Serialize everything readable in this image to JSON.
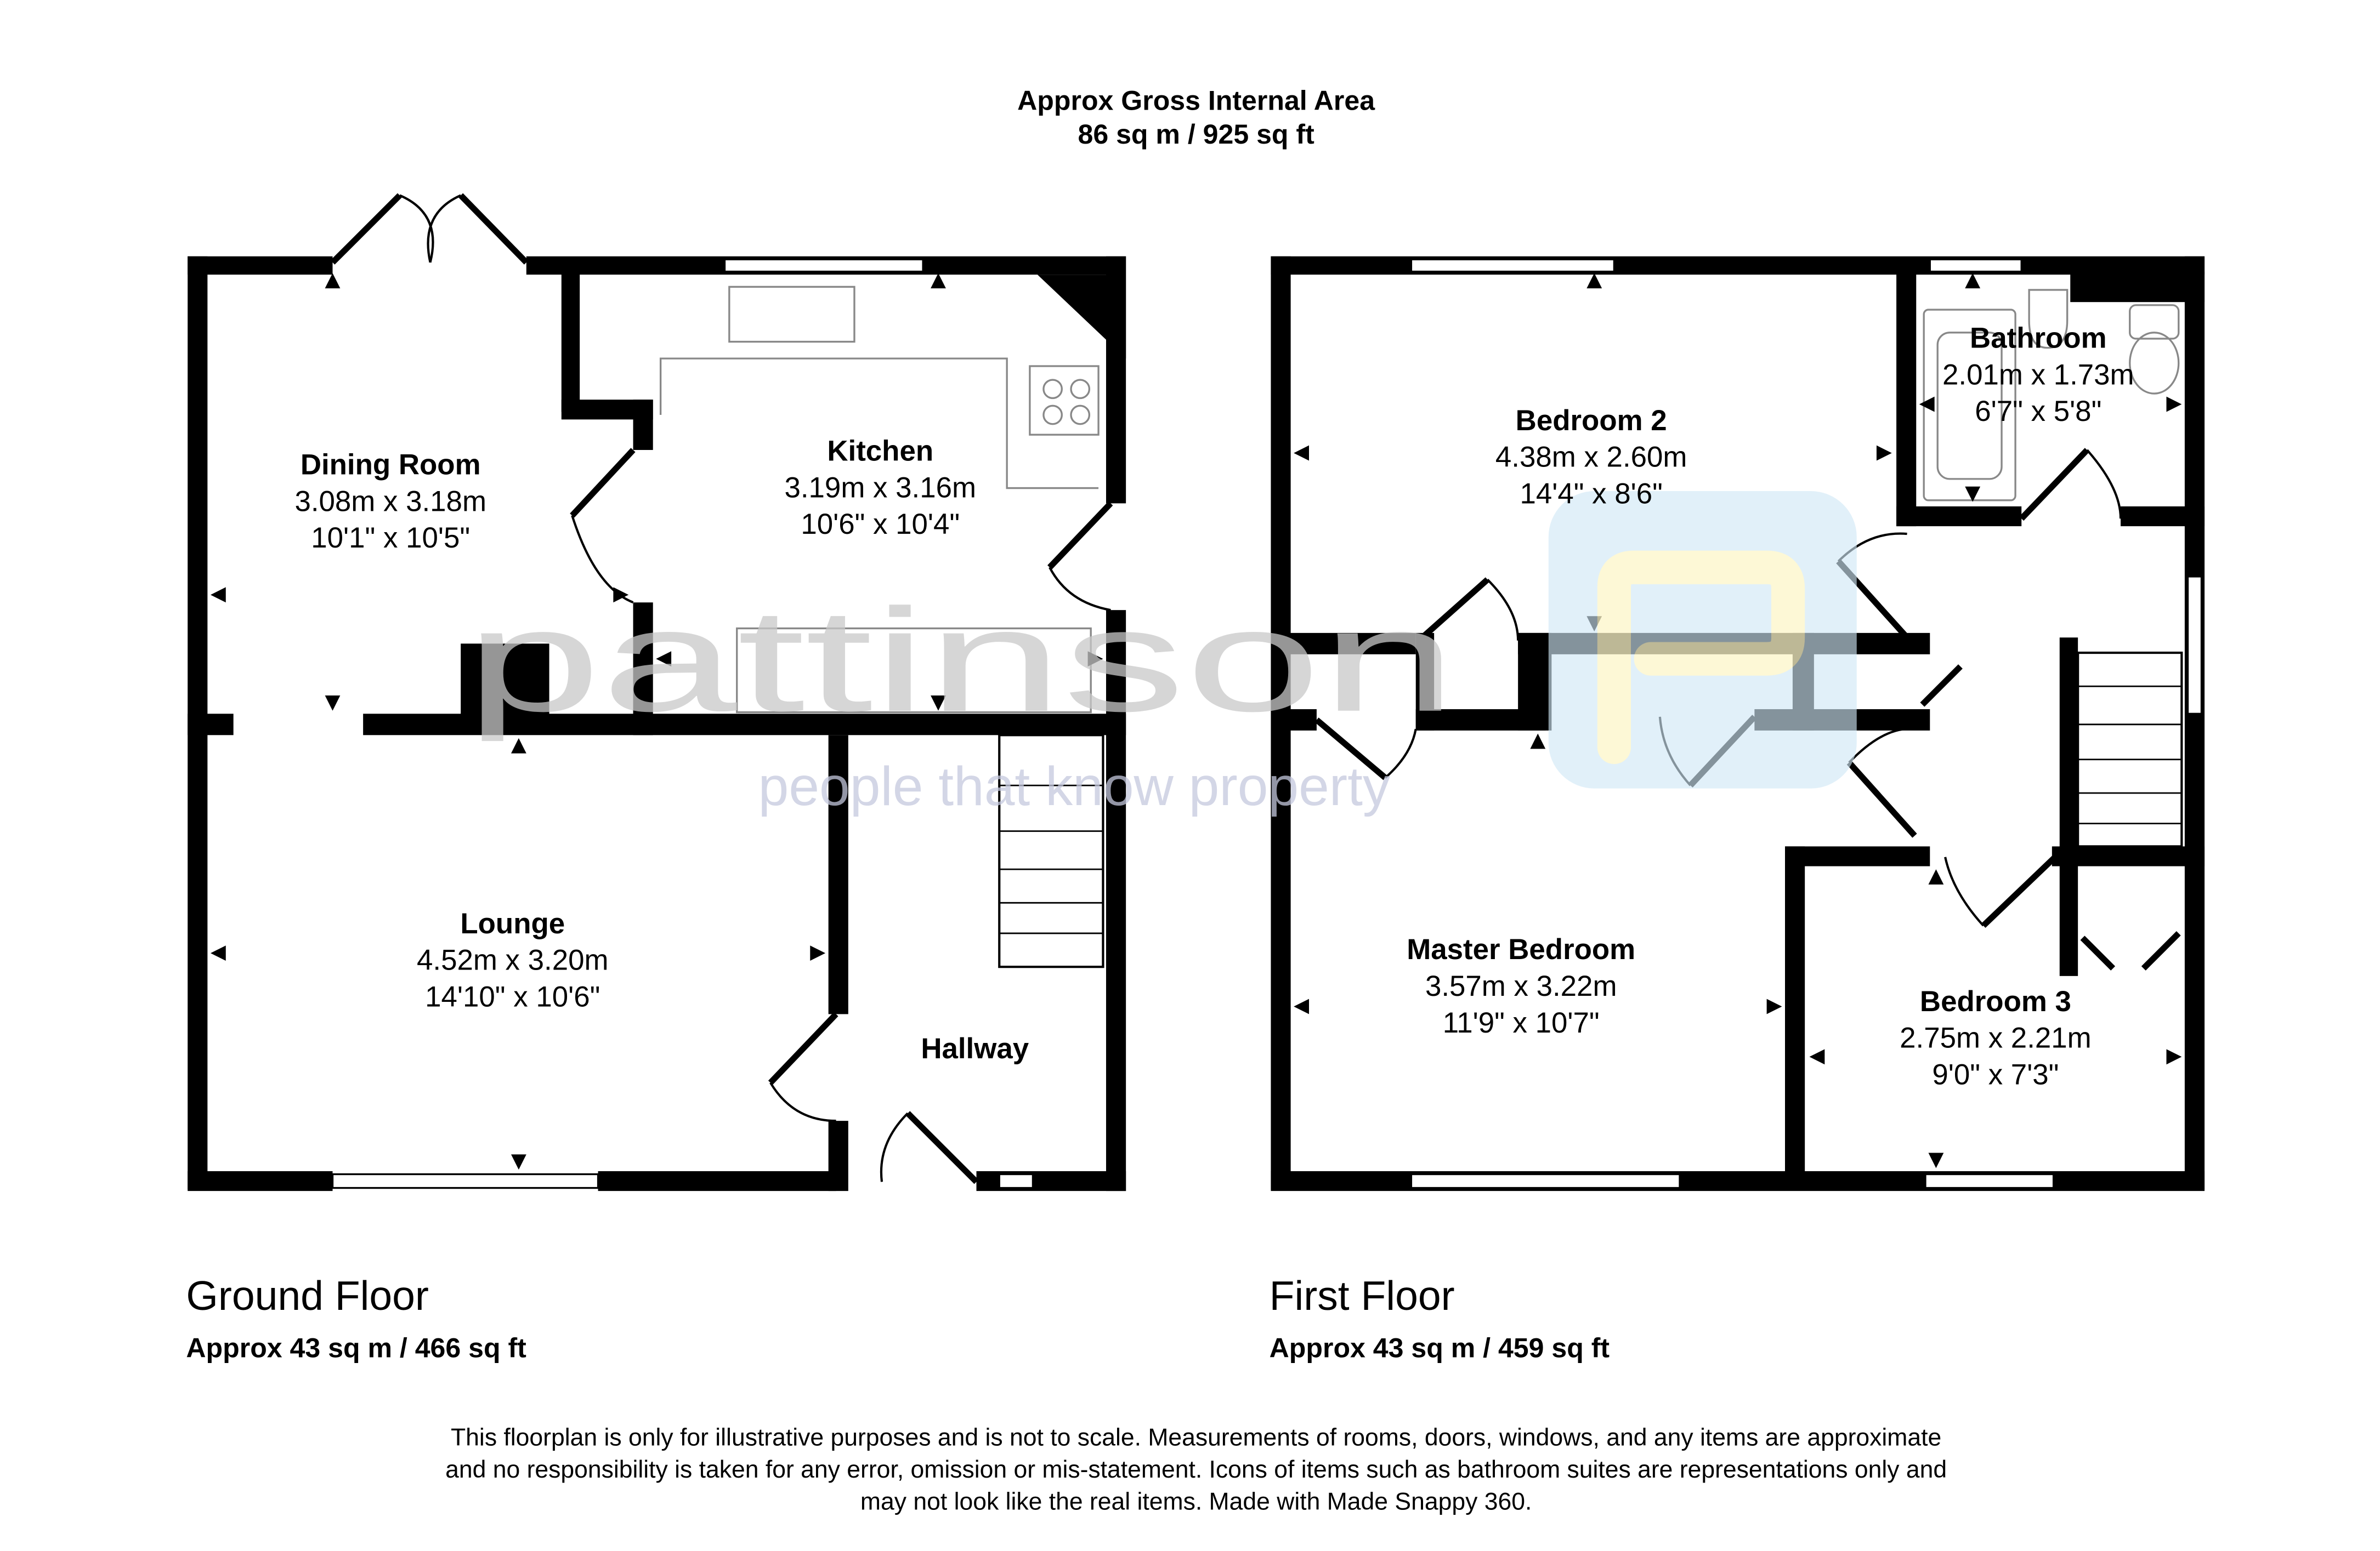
{
  "header": {
    "title": "Approx Gross Internal Area",
    "total_area": "86 sq m / 925 sq ft"
  },
  "ground_floor": {
    "label": "Ground Floor",
    "area": "Approx 43 sq m / 466 sq ft",
    "rooms": [
      {
        "name": "Dining Room",
        "metric": "3.08m x 3.18m",
        "imperial": "10'1\" x 10'5\""
      },
      {
        "name": "Kitchen",
        "metric": "3.19m x 3.16m",
        "imperial": "10'6\" x 10'4\""
      },
      {
        "name": "Lounge",
        "metric": "4.52m x 3.20m",
        "imperial": "14'10\" x 10'6\""
      },
      {
        "name": "Hallway"
      }
    ]
  },
  "first_floor": {
    "label": "First Floor",
    "area": "Approx 43 sq m / 459 sq ft",
    "rooms": [
      {
        "name": "Bedroom 2",
        "metric": "4.38m x 2.60m",
        "imperial": "14'4\" x 8'6\""
      },
      {
        "name": "Bathroom",
        "metric": "2.01m x 1.73m",
        "imperial": "6'7\" x 5'8\""
      },
      {
        "name": "Master Bedroom",
        "metric": "3.57m x 3.22m",
        "imperial": "11'9\" x 10'7\""
      },
      {
        "name": "Bedroom 3",
        "metric": "2.75m x 2.21m",
        "imperial": "9'0\" x 7'3\""
      }
    ]
  },
  "watermark": {
    "brand": "pattinson",
    "tagline": "people that know property"
  },
  "disclaimer": [
    "This floorplan is only for illustrative purposes and is not to scale. Measurements of rooms, doors, windows, and any items are approximate",
    "and no responsibility is taken for any error, omission or mis-statement. Icons of items such as bathroom suites are representations only and",
    "may not look like the real items. Made with Made Snappy 360."
  ],
  "colors": {
    "wall": "#000000",
    "logo_blue": "#cfe6f5",
    "logo_yellow": "#fdf6c8",
    "watermark_grey": "#d0d0d0"
  }
}
